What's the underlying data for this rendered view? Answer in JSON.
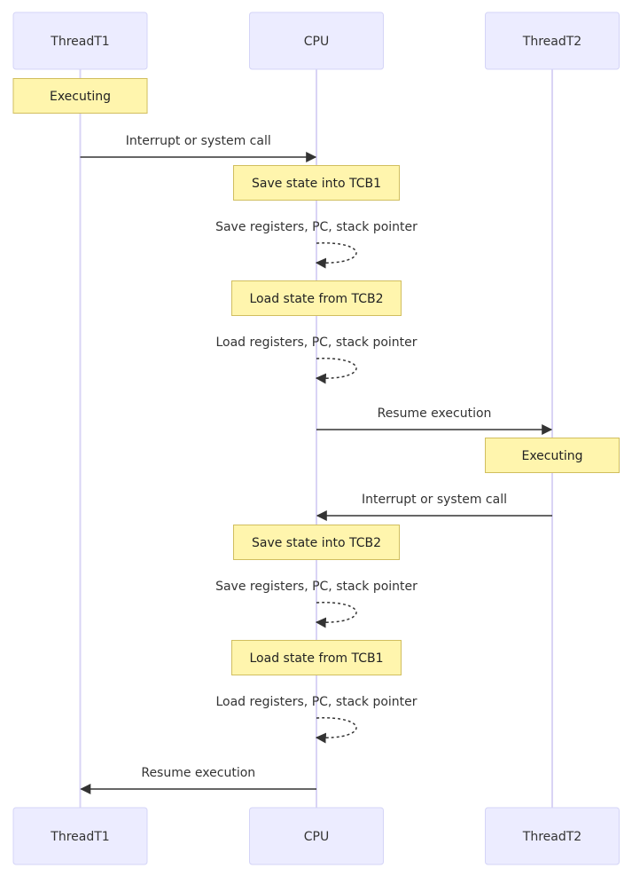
{
  "diagram": {
    "type": "sequence",
    "participants": [
      {
        "id": "t1",
        "label": "ThreadT1"
      },
      {
        "id": "cpu",
        "label": "CPU"
      },
      {
        "id": "t2",
        "label": "ThreadT2"
      }
    ],
    "steps": [
      {
        "kind": "note",
        "over": "t1",
        "text": "Executing"
      },
      {
        "kind": "message",
        "from": "t1",
        "to": "cpu",
        "text": "Interrupt or system call",
        "style": "solid"
      },
      {
        "kind": "note",
        "over": "cpu",
        "text": "Save state into TCB1"
      },
      {
        "kind": "message",
        "from": "cpu",
        "to": "cpu",
        "text": "Save registers, PC, stack pointer",
        "style": "dotted"
      },
      {
        "kind": "note",
        "over": "cpu",
        "text": "Load state from TCB2"
      },
      {
        "kind": "message",
        "from": "cpu",
        "to": "cpu",
        "text": "Load registers, PC, stack pointer",
        "style": "dotted"
      },
      {
        "kind": "message",
        "from": "cpu",
        "to": "t2",
        "text": "Resume execution",
        "style": "solid"
      },
      {
        "kind": "note",
        "over": "t2",
        "text": "Executing"
      },
      {
        "kind": "message",
        "from": "t2",
        "to": "cpu",
        "text": "Interrupt or system call",
        "style": "solid"
      },
      {
        "kind": "note",
        "over": "cpu",
        "text": "Save state into TCB2"
      },
      {
        "kind": "message",
        "from": "cpu",
        "to": "cpu",
        "text": "Save registers, PC, stack pointer",
        "style": "dotted"
      },
      {
        "kind": "note",
        "over": "cpu",
        "text": "Load state from TCB1"
      },
      {
        "kind": "message",
        "from": "cpu",
        "to": "cpu",
        "text": "Load registers, PC, stack pointer",
        "style": "dotted"
      },
      {
        "kind": "message",
        "from": "cpu",
        "to": "t1",
        "text": "Resume execution",
        "style": "solid"
      }
    ]
  }
}
